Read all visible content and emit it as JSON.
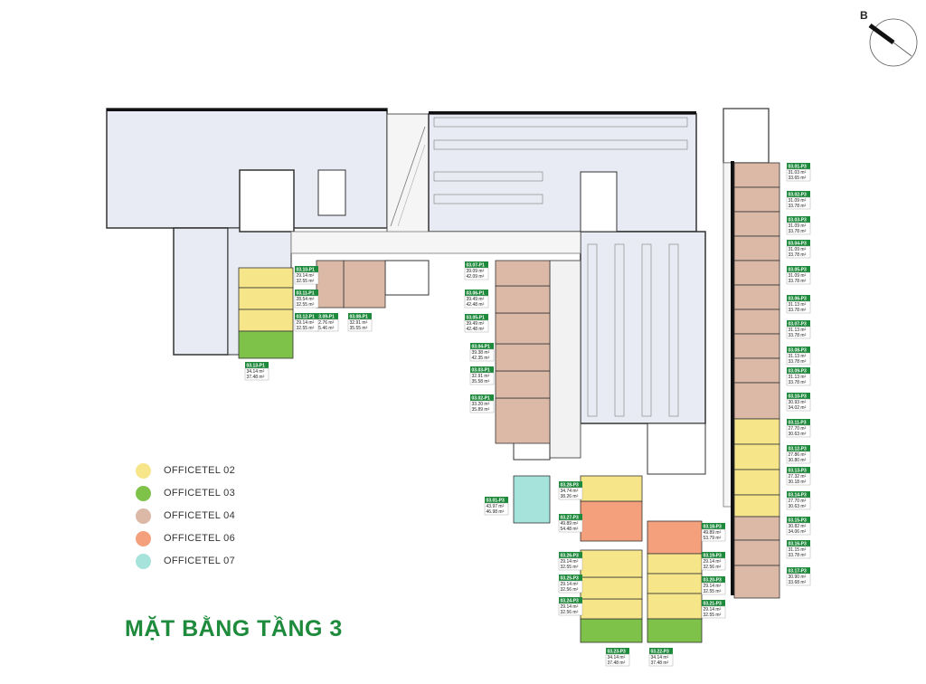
{
  "title": "MẶT BẰNG TẦNG 3",
  "compass": {
    "label": "B"
  },
  "legend": [
    {
      "label": "OFFICETEL 02",
      "color": "#f7e58a"
    },
    {
      "label": "OFFICETEL 03",
      "color": "#7fc24a"
    },
    {
      "label": "OFFICETEL 04",
      "color": "#dbb9a6"
    },
    {
      "label": "OFFICETEL 06",
      "color": "#f4a07d"
    },
    {
      "label": "OFFICETEL 07",
      "color": "#a6e3da"
    }
  ],
  "units": [
    {
      "code": "03.01-P3",
      "a1": "31.03 m²",
      "a2": "33.65 m²",
      "type": "04"
    },
    {
      "code": "03.02-P3",
      "a1": "31.09 m²",
      "a2": "33.78 m²",
      "type": "04"
    },
    {
      "code": "03.03-P3",
      "a1": "31.09 m²",
      "a2": "33.78 m²",
      "type": "04"
    },
    {
      "code": "03.04-P3",
      "a1": "31.09 m²",
      "a2": "33.78 m²",
      "type": "04"
    },
    {
      "code": "03.05-P3",
      "a1": "31.09 m²",
      "a2": "33.78 m²",
      "type": "04"
    },
    {
      "code": "03.06-P3",
      "a1": "31.13 m²",
      "a2": "33.78 m²",
      "type": "04"
    },
    {
      "code": "03.07-P3",
      "a1": "31.13 m²",
      "a2": "33.78 m²",
      "type": "04"
    },
    {
      "code": "03.08-P3",
      "a1": "31.13 m²",
      "a2": "33.78 m²",
      "type": "04"
    },
    {
      "code": "03.09-P3",
      "a1": "31.13 m²",
      "a2": "33.78 m²",
      "type": "04"
    },
    {
      "code": "03.10-P3",
      "a1": "30.93 m²",
      "a2": "34.02 m²",
      "type": "04"
    },
    {
      "code": "03.11-P3",
      "a1": "27.70 m²",
      "a2": "30.63 m²",
      "type": "02"
    },
    {
      "code": "03.12-P3",
      "a1": "27.86 m²",
      "a2": "30.80 m²",
      "type": "02"
    },
    {
      "code": "03.13-P3",
      "a1": "27.32 m²",
      "a2": "30.18 m²",
      "type": "02"
    },
    {
      "code": "03.14-P3",
      "a1": "27.70 m²",
      "a2": "30.63 m²",
      "type": "02"
    },
    {
      "code": "03.15-P3",
      "a1": "30.82 m²",
      "a2": "34.06 m²",
      "type": "04"
    },
    {
      "code": "03.16-P3",
      "a1": "31.15 m²",
      "a2": "33.78 m²",
      "type": "04"
    },
    {
      "code": "03.17-P3",
      "a1": "30.90 m²",
      "a2": "33.68 m²",
      "type": "04"
    },
    {
      "code": "03.18-P3",
      "a1": "49.89 m²",
      "a2": "53.79 m²",
      "type": "06"
    },
    {
      "code": "03.19-P3",
      "a1": "29.14 m²",
      "a2": "32.56 m²",
      "type": "02"
    },
    {
      "code": "03.20-P3",
      "a1": "29.14 m²",
      "a2": "32.55 m²",
      "type": "02"
    },
    {
      "code": "03.21-P3",
      "a1": "29.14 m²",
      "a2": "32.55 m²",
      "type": "02"
    },
    {
      "code": "03.22-P3",
      "a1": "34.14 m²",
      "a2": "37.48 m²",
      "type": "03"
    },
    {
      "code": "03.23-P3",
      "a1": "34.14 m²",
      "a2": "37.48 m²",
      "type": "03"
    },
    {
      "code": "03.24-P3",
      "a1": "29.14 m²",
      "a2": "32.56 m²",
      "type": "02"
    },
    {
      "code": "03.25-P3",
      "a1": "29.14 m²",
      "a2": "32.56 m²",
      "type": "02"
    },
    {
      "code": "03.26-P3",
      "a1": "29.14 m²",
      "a2": "32.55 m²",
      "type": "02"
    },
    {
      "code": "03.27-P3",
      "a1": "49.89 m²",
      "a2": "54.48 m²",
      "type": "06"
    },
    {
      "code": "03.28-P3",
      "a1": "34.74 m²",
      "a2": "38.26 m²",
      "type": "02"
    },
    {
      "code": "03.01-P3",
      "a1": "43.97 m²",
      "a2": "46.98 m²",
      "type": "07"
    },
    {
      "code": "03.02-P1",
      "a1": "33.20 m²",
      "a2": "35.89 m²",
      "type": "04"
    },
    {
      "code": "03.03-P1",
      "a1": "32.91 m²",
      "a2": "35.58 m²",
      "type": "04"
    },
    {
      "code": "03.04-P1",
      "a1": "39.38 m²",
      "a2": "42.35 m²",
      "type": "04"
    },
    {
      "code": "03.05-P1",
      "a1": "39.49 m²",
      "a2": "42.48 m²",
      "type": "04"
    },
    {
      "code": "03.06-P1",
      "a1": "39.49 m²",
      "a2": "42.48 m²",
      "type": "04"
    },
    {
      "code": "03.07-P1",
      "a1": "39.09 m²",
      "a2": "42.09 m²",
      "type": "04"
    },
    {
      "code": "03.08-P1",
      "a1": "32.91 m²",
      "a2": "35.55 m²",
      "type": "04"
    },
    {
      "code": "03.09-P1",
      "a1": "32.76 m²",
      "a2": "35.46 m²",
      "type": "04"
    },
    {
      "code": "03.10-P1",
      "a1": "29.14 m²",
      "a2": "32.55 m²",
      "type": "02"
    },
    {
      "code": "03.11-P1",
      "a1": "28.54 m²",
      "a2": "32.55 m²",
      "type": "02"
    },
    {
      "code": "03.12-P1",
      "a1": "29.14 m²",
      "a2": "32.55 m²",
      "type": "02"
    },
    {
      "code": "03.13-P1",
      "a1": "34.14 m²",
      "a2": "37.48 m²",
      "type": "03"
    }
  ]
}
